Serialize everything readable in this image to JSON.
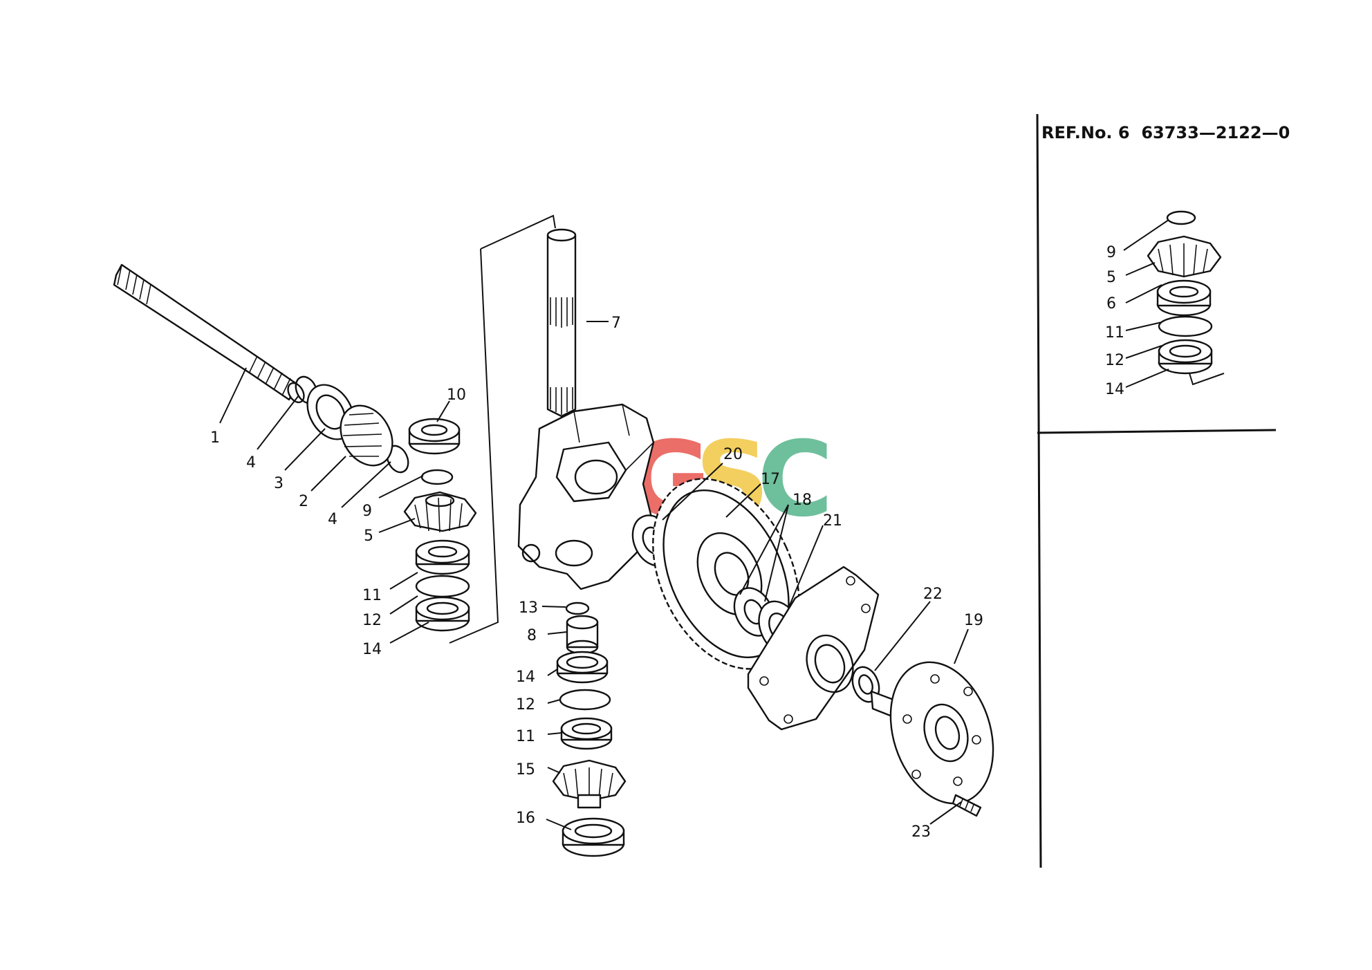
{
  "ref_header": "REF.No. 6  63733—2122—0",
  "watermark": {
    "letters": [
      "C",
      "G",
      "S",
      "C"
    ],
    "colors": [
      "#4a86e8",
      "#e8554e",
      "#f2c744",
      "#55b58a"
    ]
  },
  "callouts_main": [
    "1",
    "4",
    "3",
    "2",
    "4",
    "9",
    "5",
    "10",
    "11",
    "12",
    "14",
    "7",
    "13",
    "8",
    "14",
    "12",
    "11",
    "15",
    "16",
    "20",
    "17",
    "18",
    "21",
    "22",
    "19",
    "23"
  ],
  "callouts_inset": [
    "9",
    "5",
    "6",
    "11",
    "12",
    "14"
  ],
  "icons": {
    "shaft": "input-shaft-icon",
    "gear": "bevel-gear-icon",
    "bearing": "ball-bearing-icon",
    "housing": "gear-housing-icon",
    "flange": "axle-flange-icon"
  }
}
